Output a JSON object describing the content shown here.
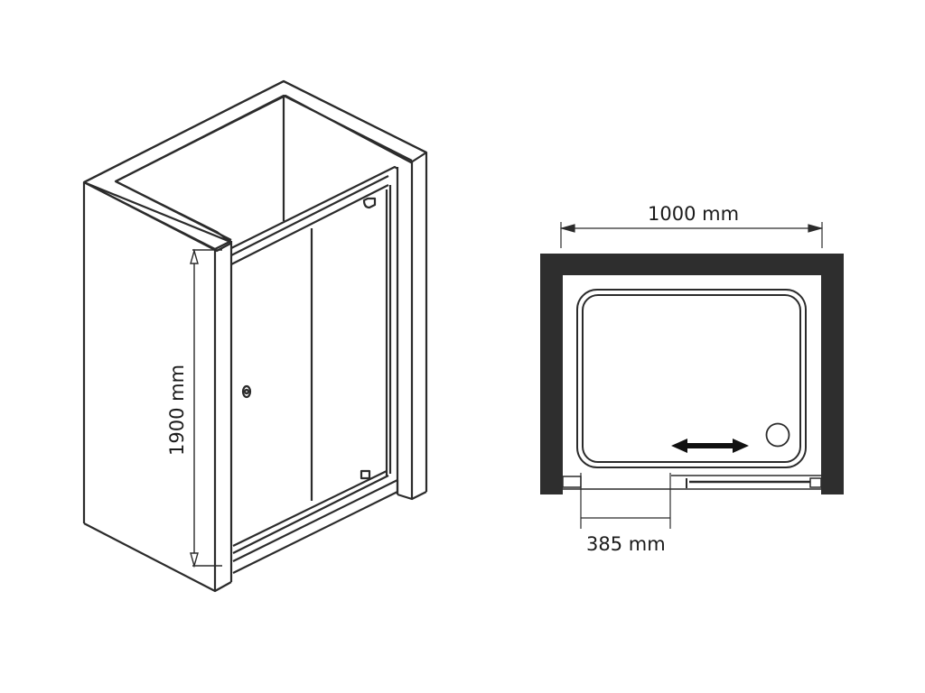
{
  "diagram": {
    "type": "technical-drawing",
    "subject": "Shower enclosure with pivot door",
    "views": [
      {
        "name": "isometric-view",
        "description": "3D line drawing of shower enclosure with pivot door"
      },
      {
        "name": "top-plan-view",
        "description": "Plan view with walls, shower tray, drain and door swing arrow"
      }
    ],
    "dimensions": {
      "height": "1900 mm",
      "width": "1000 mm",
      "opening": "385 mm"
    },
    "colors": {
      "line": "#2b2b2b",
      "wall_fill": "#2e2e2e",
      "background": "#ffffff"
    }
  }
}
